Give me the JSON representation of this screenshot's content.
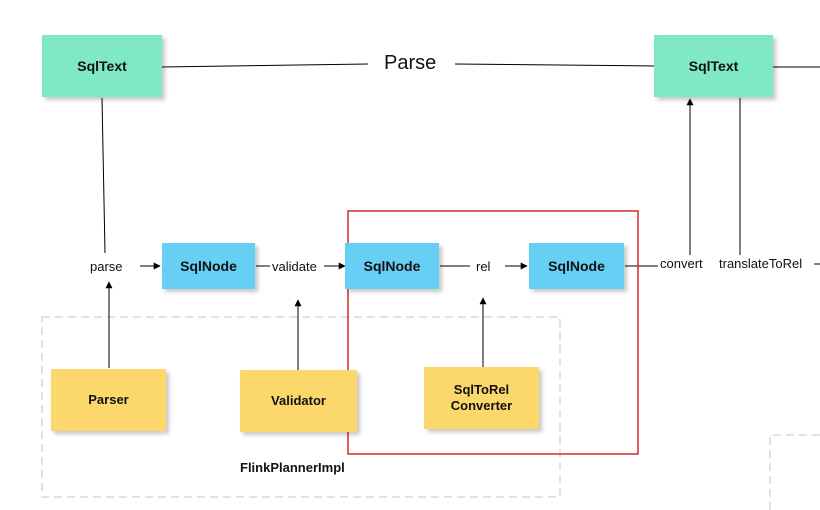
{
  "colors": {
    "sqltext_fill": "#7ee8c7",
    "sqlnode_fill": "#67cff3",
    "component_fill": "#fcd76b",
    "highlight_border": "#d42a2a",
    "group_border": "#e2e2e2"
  },
  "top": {
    "left_node": "SqlText",
    "right_node": "SqlText",
    "edge_label": "Parse"
  },
  "pipeline": {
    "step_parse": "parse",
    "node_1": "SqlNode",
    "step_validate": "validate",
    "node_2": "SqlNode",
    "step_rel": "rel",
    "node_3": "SqlNode",
    "step_convert": "convert",
    "step_translate": "translateToRel"
  },
  "components": {
    "parser": "Parser",
    "validator": "Validator",
    "converter": "SqlToRel\nConverter"
  },
  "group": {
    "label": "FlinkPlannerImpl"
  }
}
